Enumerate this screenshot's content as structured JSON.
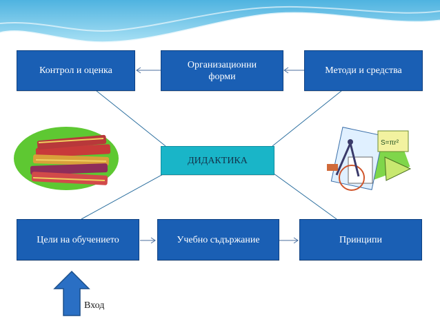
{
  "diagram": {
    "center": "ДИДАКТИКА",
    "top_left": "Контрол и оценка",
    "top_middle": "Организационни форми",
    "top_right": "Методи и средства",
    "bottom_left": "Цели на обучението",
    "bottom_middle": "Учебно съдържание",
    "bottom_right": "Принципи",
    "entry_label": "Вход"
  },
  "colors": {
    "box_fill": "#1a5fb4",
    "center_fill": "#19b5c8",
    "arrow_fill": "#2a6fc4",
    "header_wave": "#6fc6e8"
  },
  "icons": {
    "left": "books-icon",
    "right": "geometry-tools-icon"
  }
}
